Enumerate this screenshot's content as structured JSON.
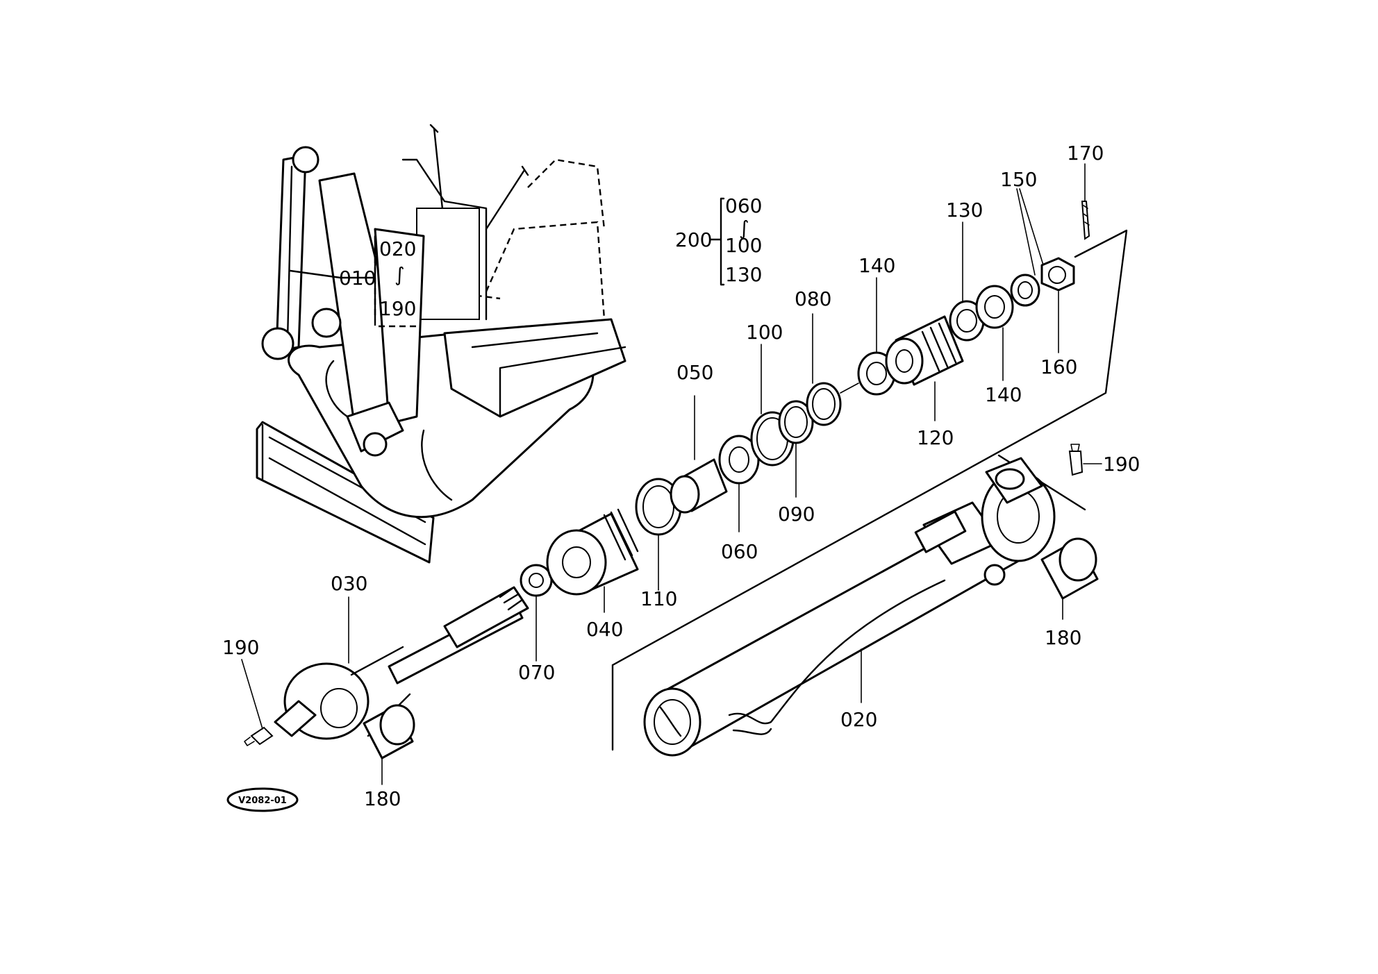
{
  "figure_code": "V2082-01",
  "bracket_top": {
    "start": "020",
    "tilde": "∫",
    "end": "190",
    "callout": "010"
  },
  "bracket_kit": {
    "start": "060",
    "tilde": "∫",
    "end": "130",
    "middle": "100",
    "callout": "200"
  },
  "callouts": {
    "p010": "010",
    "p020": "020",
    "p030": "030",
    "p040": "040",
    "p050": "050",
    "p060": "060",
    "p070": "070",
    "p080": "080",
    "p090": "090",
    "p100": "100",
    "p110": "110",
    "p120": "120",
    "p130": "130",
    "p140a": "140",
    "p140b": "140",
    "p150": "150",
    "p160": "160",
    "p170": "170",
    "p180a": "180",
    "p180b": "180",
    "p190a": "190",
    "p190b": "190"
  }
}
